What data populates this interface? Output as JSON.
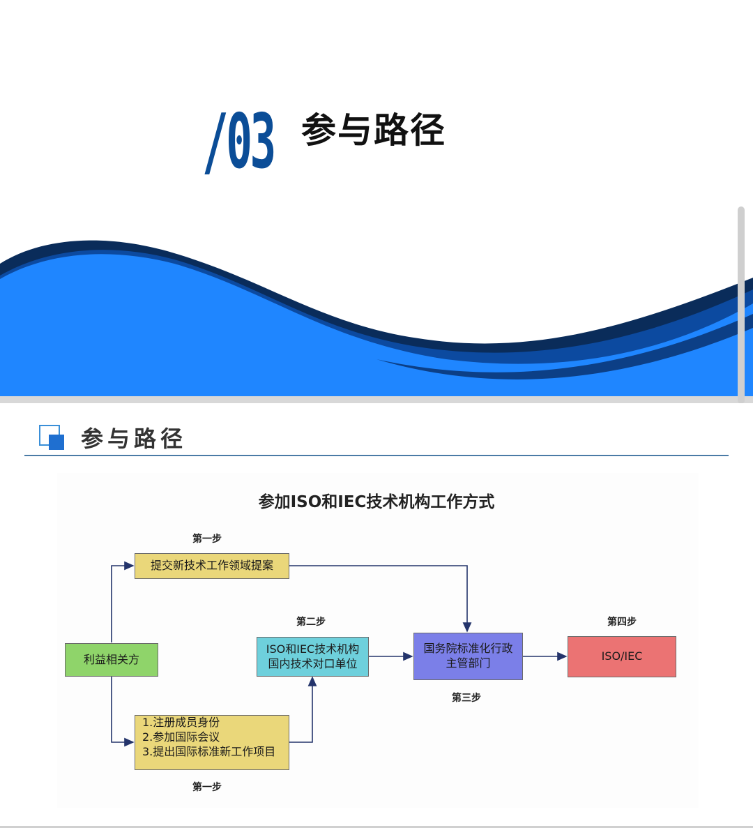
{
  "section_cover": {
    "number": "/03",
    "title": "参与路径"
  },
  "section_header": {
    "title": "参与路径"
  },
  "diagram": {
    "title": "参加ISO和IEC技术机构工作方式",
    "steps": {
      "step1_top": "第一步",
      "step1_bottom": "第一步",
      "step2": "第二步",
      "step3": "第三步",
      "step4": "第四步"
    },
    "nodes": {
      "stakeholder": "利益相关方",
      "proposal": "提交新技术工作领域提案",
      "register_lines": [
        "1.注册成员身份",
        "2.参加国际会议",
        "3.提出国际标准新工作项目"
      ],
      "mirror_lines": [
        "ISO和IEC技术机构",
        "国内技术对口单位"
      ],
      "admin_lines": [
        "国务院标准化行政",
        "主管部门"
      ],
      "iso_iec": "ISO/IEC"
    },
    "colors": {
      "stakeholder": "#8fd46a",
      "yellow": "#ead77a",
      "cyan": "#6ed0dc",
      "purple": "#7b7fe8",
      "red": "#eb7373",
      "arrow": "#24346b",
      "brand_blue": "#0b4d97"
    }
  }
}
